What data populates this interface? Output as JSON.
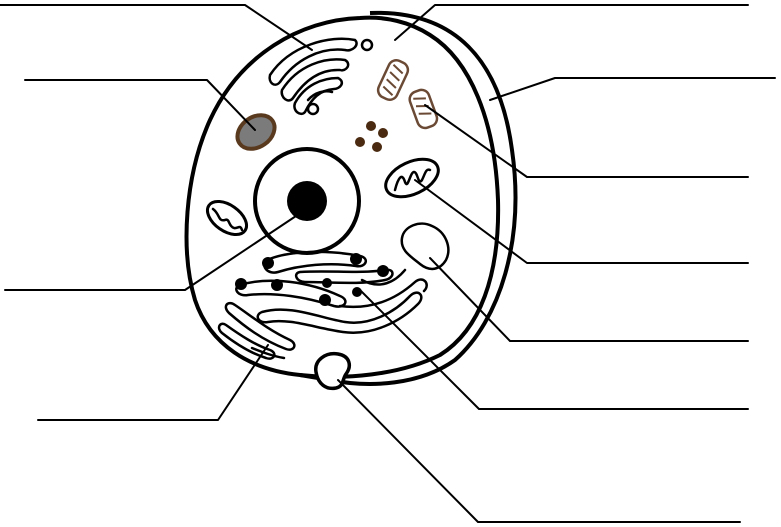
{
  "diagram": {
    "subject": "animal cell",
    "label_blanks": [
      {
        "points_to": "golgi-apparatus",
        "text": ""
      },
      {
        "points_to": "cytoplasm",
        "text": ""
      },
      {
        "points_to": "cell-membrane",
        "text": ""
      },
      {
        "points_to": "lysosome",
        "text": ""
      },
      {
        "points_to": "mitochondrion-small",
        "text": ""
      },
      {
        "points_to": "mitochondrion-large",
        "text": ""
      },
      {
        "points_to": "nucleus",
        "text": ""
      },
      {
        "points_to": "vacuole",
        "text": ""
      },
      {
        "points_to": "rough-endoplasmic-reticulum",
        "text": ""
      },
      {
        "points_to": "smooth-endoplasmic-reticulum",
        "text": ""
      },
      {
        "points_to": "vesicle",
        "text": ""
      }
    ],
    "colors": {
      "outline": "#000000",
      "background": "#ffffff",
      "lysosome_fill": "#7b7b7b",
      "lysosome_rim": "#5a3a1e",
      "ribosome_brown": "#4a2a10",
      "mitochondria_brown": "#6b4a35"
    }
  }
}
